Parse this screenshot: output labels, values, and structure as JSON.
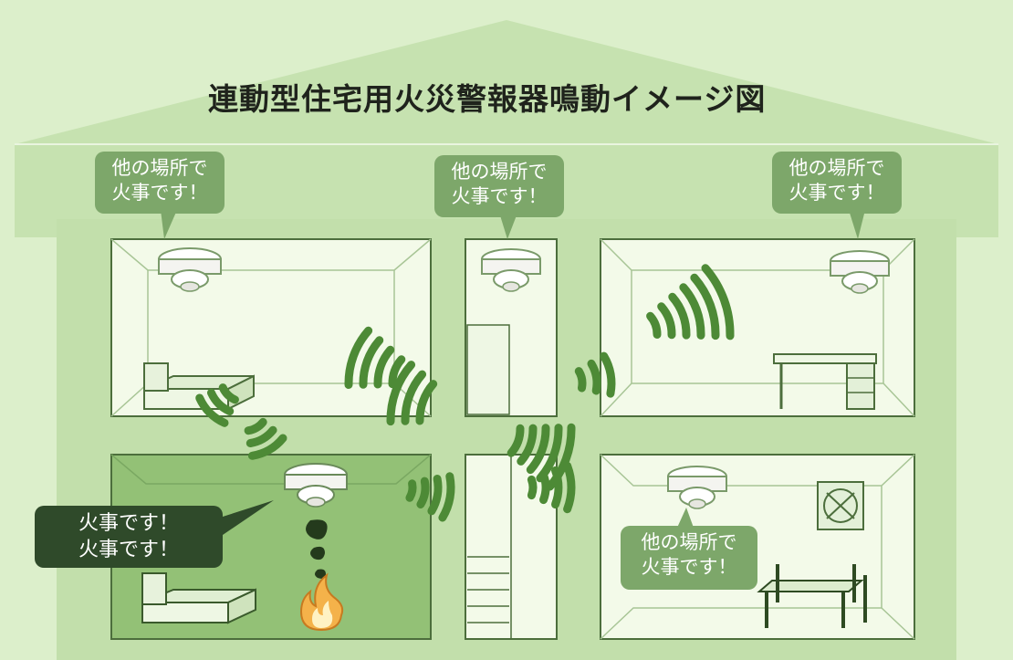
{
  "title": "連動型住宅用火災警報器鳴動イメージ図",
  "bubbles": {
    "upper_left": {
      "line1": "他の場所で",
      "line2": "火事です！"
    },
    "upper_center": {
      "line1": "他の場所で",
      "line2": "火事です！"
    },
    "upper_right": {
      "line1": "他の場所で",
      "line2": "火事です！"
    },
    "lower_right": {
      "line1": "他の場所で",
      "line2": "火事です！"
    },
    "fire_alarm": {
      "line1": "火事です！",
      "line2": "火事です！"
    }
  },
  "colors": {
    "background": "#d6ecc3",
    "house": "#bcdba3",
    "room": "#f2fae9",
    "fire_room": "#8fbf72",
    "bubble": "#7da76a",
    "bubble_dark": "#2f4a2a",
    "sound_wave": "#4f8a38",
    "flame": "#e8a040"
  }
}
